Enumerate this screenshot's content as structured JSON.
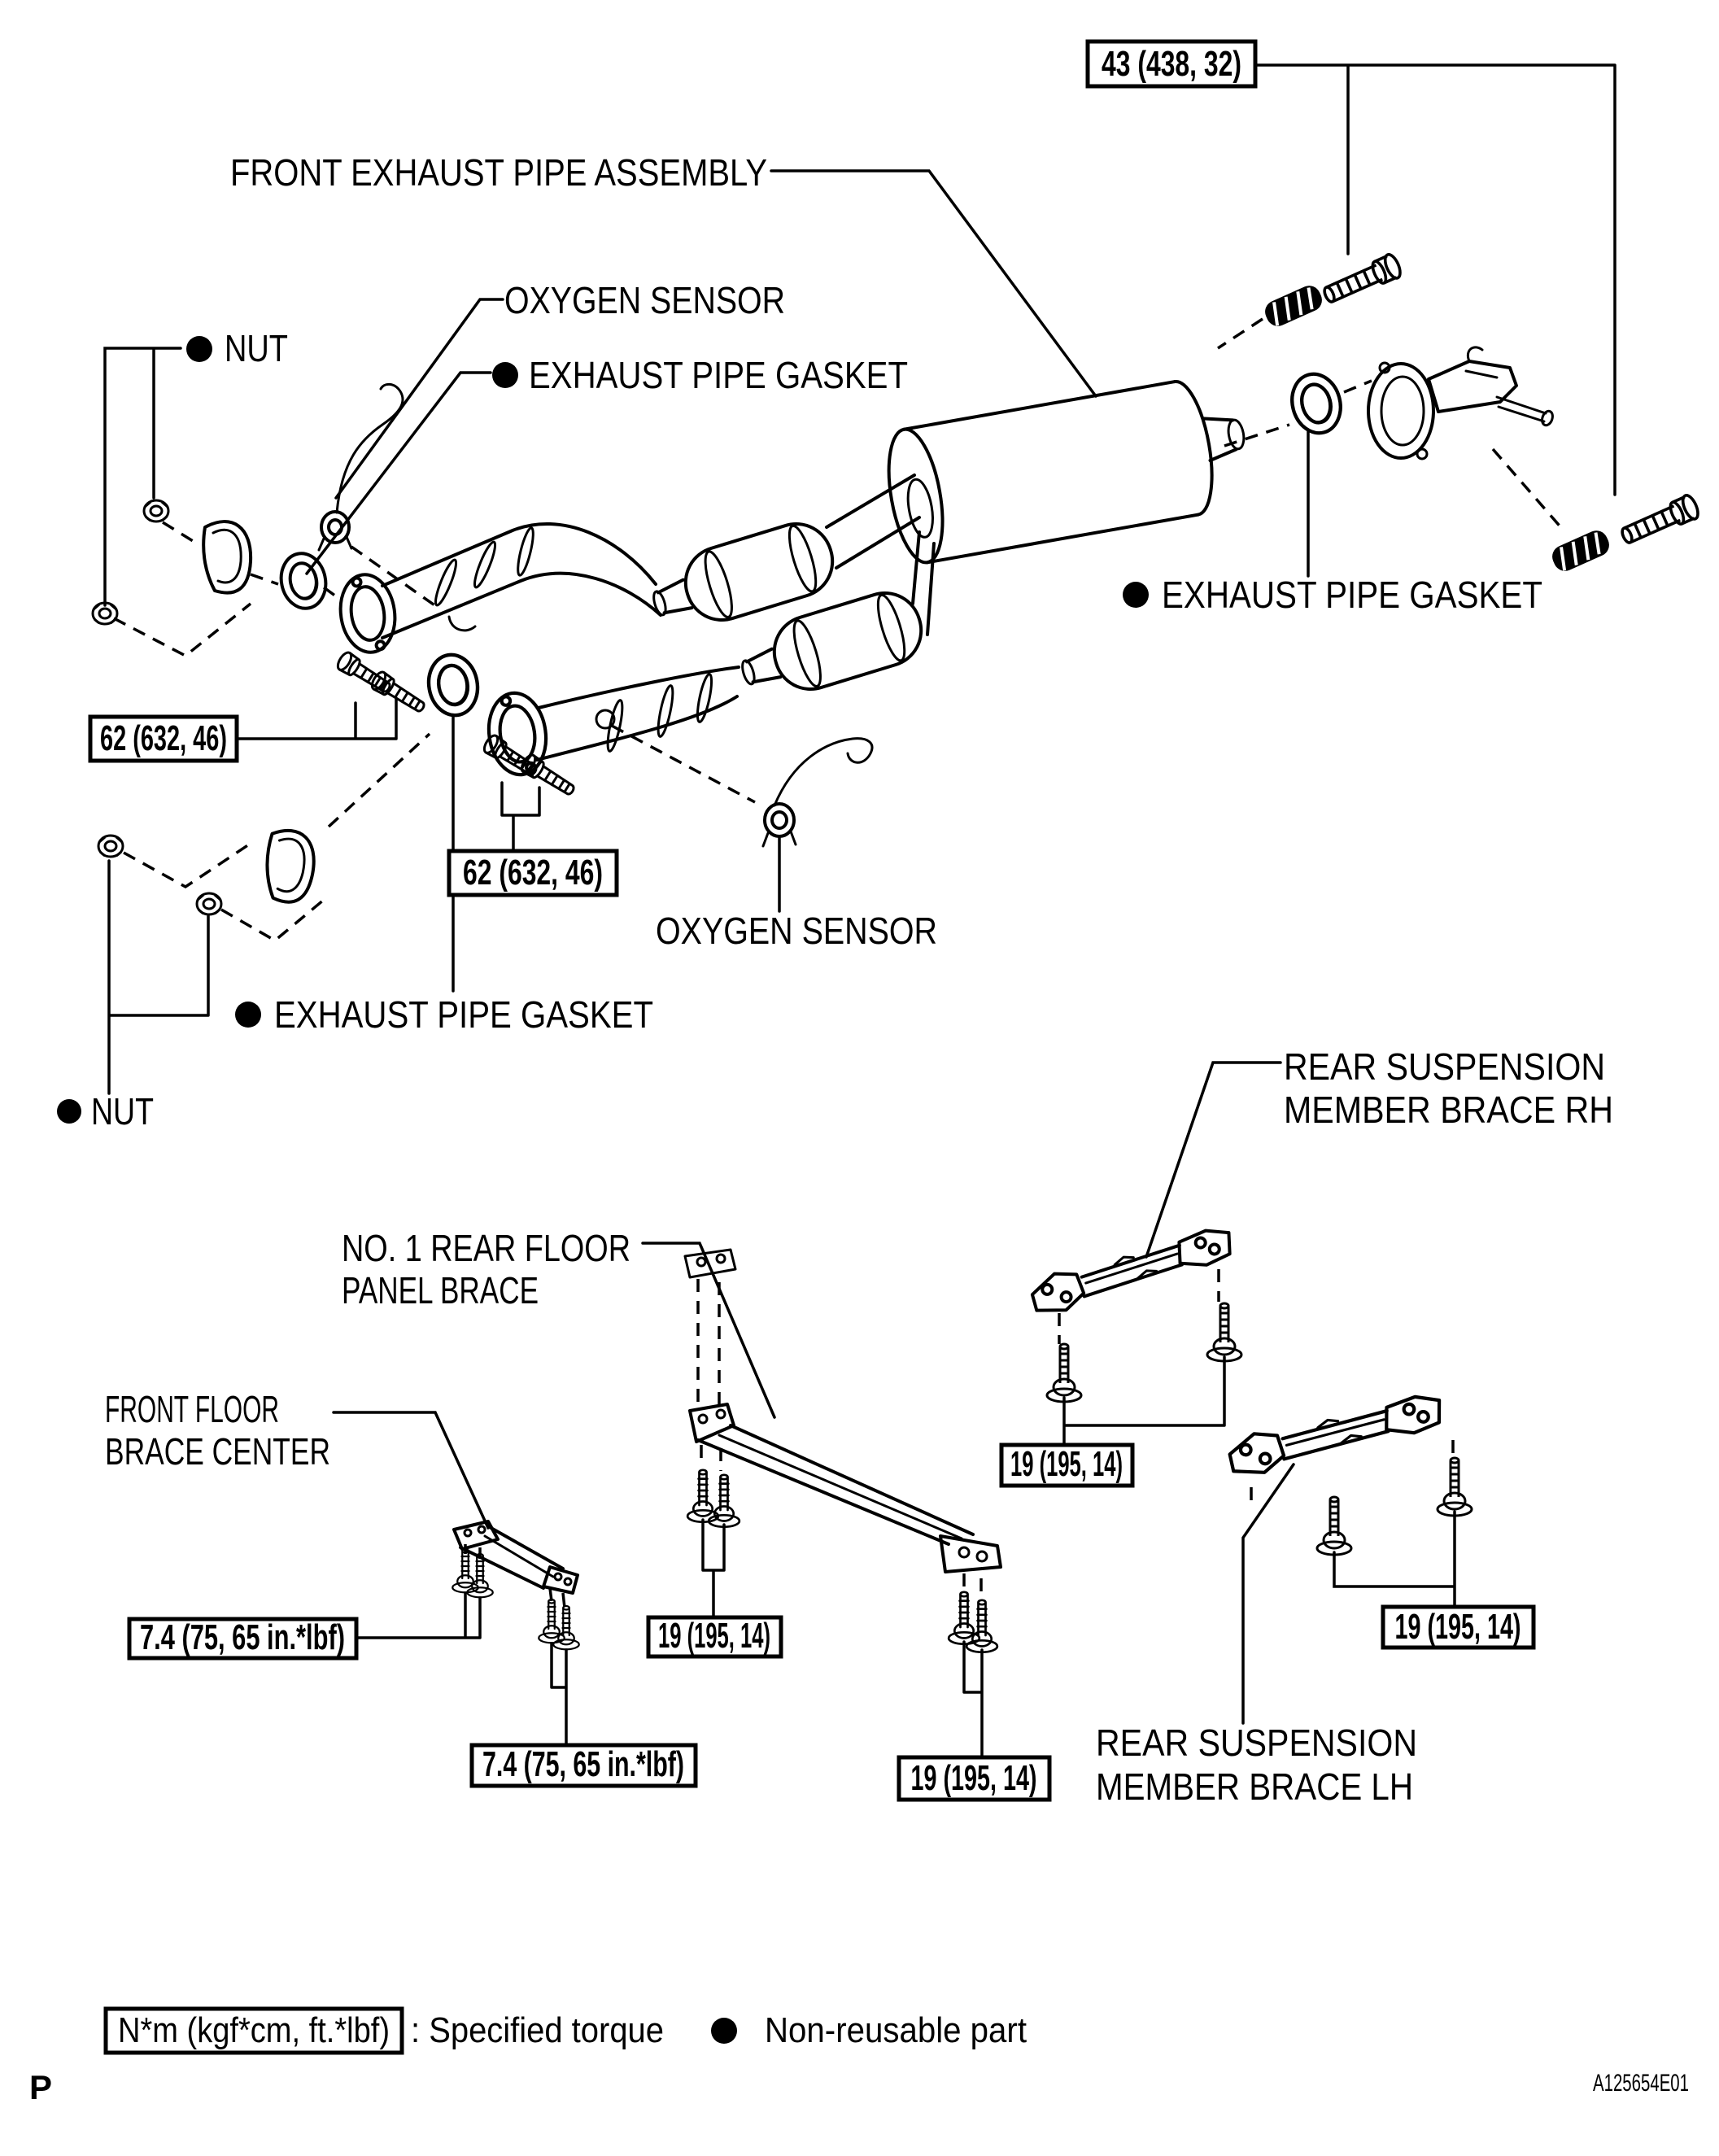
{
  "page": {
    "marker": "P",
    "figure_code": "A125654E01"
  },
  "legend": {
    "torque_symbol": "N*m (kgf*cm, ft.*lbf)",
    "torque_meaning": ": Specified torque",
    "non_reusable_meaning": "Non-reusable part"
  },
  "labels": {
    "front_exhaust_pipe_assembly": "FRONT EXHAUST PIPE ASSEMBLY",
    "oxygen_sensor_upper": "OXYGEN SENSOR",
    "exhaust_pipe_gasket_upper": "EXHAUST PIPE GASKET",
    "nut_upper": "NUT",
    "exhaust_pipe_gasket_right": "EXHAUST PIPE GASKET",
    "exhaust_pipe_gasket_lower": "EXHAUST PIPE GASKET",
    "oxygen_sensor_lower": "OXYGEN SENSOR",
    "nut_lower": "NUT",
    "rear_suspension_member_brace_rh": [
      "REAR SUSPENSION",
      "MEMBER BRACE RH"
    ],
    "no1_rear_floor_panel_brace": [
      "NO. 1 REAR FLOOR",
      "PANEL BRACE"
    ],
    "front_floor_brace_center": [
      "FRONT FLOOR",
      "BRACE CENTER"
    ],
    "rear_suspension_member_brace_lh": [
      "REAR SUSPENSION",
      "MEMBER BRACE LH"
    ]
  },
  "torques": {
    "bolt_43": "43 (438, 32)",
    "flange_62_upper": "62 (632, 46)",
    "flange_62_lower": "62 (632, 46)",
    "brace_19_rh": "19 (195, 14)",
    "brace_19_mid_upper": "19 (195, 14)",
    "brace_19_mid_lower": "19 (195, 14)",
    "brace_19_lh": "19 (195, 14)",
    "floor_74_left": "7.4 (75, 65 in.*lbf)",
    "floor_74_right": "7.4 (75, 65 in.*lbf)"
  },
  "colors": {
    "ink": "#000000",
    "paper": "#ffffff"
  }
}
